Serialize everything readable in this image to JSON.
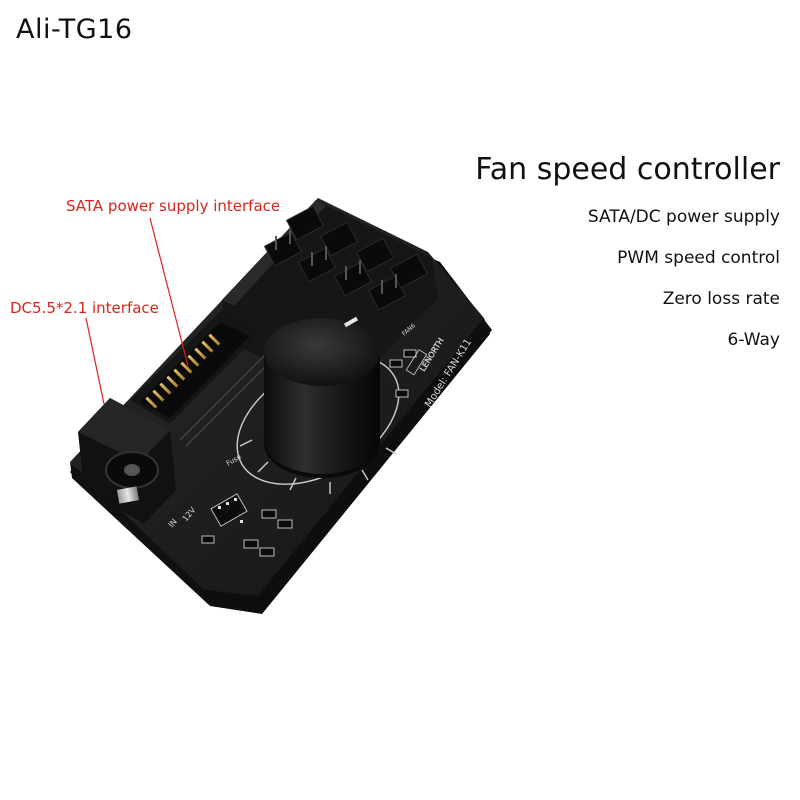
{
  "watermark": "Ali-TG16",
  "title": "Fan speed controller",
  "features": [
    "SATA/DC power supply",
    "PWM speed control",
    "Zero loss rate",
    "6-Way"
  ],
  "callouts": {
    "sata": "SATA power supply interface",
    "dc": "DC5.5*2.1 interface"
  },
  "pcb": {
    "brand": "LENORTH",
    "model": "Model: FAN-K11",
    "fuse": "Fuse",
    "voltage": "12V",
    "in": "IN",
    "fan": "FAN6"
  },
  "colors": {
    "callout": "#d8241c",
    "board": "#1c1c1c",
    "text": "#111111"
  }
}
